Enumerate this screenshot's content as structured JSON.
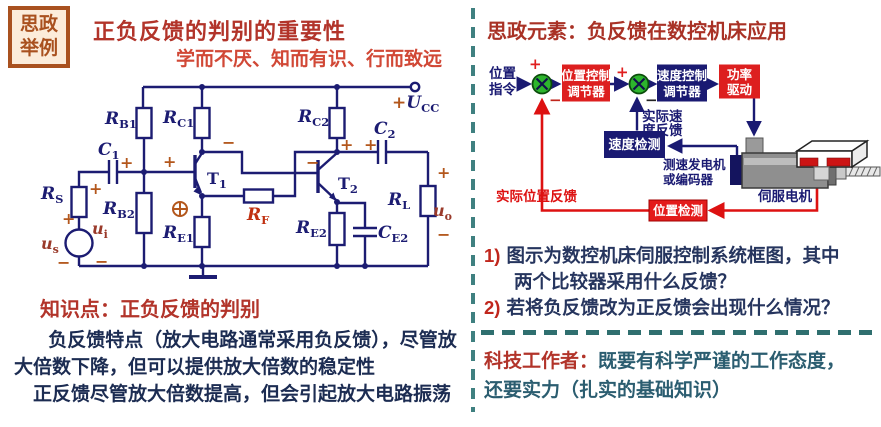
{
  "badge": {
    "line1": "思政",
    "line2": "举例"
  },
  "left": {
    "title": "正负反馈的判别的重要性",
    "subtitle": "学而不厌、知而有识、行而致远",
    "knowledge_heading": "知识点：正负反馈的判别",
    "para1": "负反馈特点（放大电路通常采用负反馈），尽管放",
    "para2": "大倍数下降，但可以提供放大倍数的稳定性",
    "para3": "正反馈尽管放大倍数提高，但会引起放大电路振荡"
  },
  "circuit": {
    "plus": "+",
    "minus": "−",
    "rb1": {
      "m": "R",
      "s": "B1"
    },
    "rc1": {
      "m": "R",
      "s": "C1"
    },
    "rc2": {
      "m": "R",
      "s": "C2"
    },
    "rb2": {
      "m": "R",
      "s": "B2"
    },
    "rs": {
      "m": "R",
      "s": "S"
    },
    "re1": {
      "m": "R",
      "s": "E1"
    },
    "re2": {
      "m": "R",
      "s": "E2"
    },
    "rf": {
      "m": "R",
      "s": "F"
    },
    "rl": {
      "m": "R",
      "s": "L"
    },
    "c1": {
      "m": "C",
      "s": "1"
    },
    "c2": {
      "m": "C",
      "s": "2"
    },
    "ce2": {
      "m": "C",
      "s": "E2"
    },
    "t1": {
      "m": "T",
      "s": "1"
    },
    "t2": {
      "m": "T",
      "s": "2"
    },
    "us": {
      "m": "u",
      "s": "s"
    },
    "ui": {
      "m": "u",
      "s": "i"
    },
    "uo": {
      "m": "u",
      "s": "o"
    },
    "ucc": {
      "plus": "+",
      "m": "U",
      "s": "CC"
    }
  },
  "right": {
    "title": "思政元素：负反馈在数控机床应用",
    "diagram": {
      "plus": "+",
      "minus": "−",
      "input_line1": "位置",
      "input_line2": "指令",
      "box1_line1": "位置控制",
      "box1_line2": "调节器",
      "box2_line1": "速度控制",
      "box2_line2": "调节器",
      "box3_line1": "功率",
      "box3_line2": "驱动",
      "speed_fb_line1": "实际速",
      "speed_fb_line2": "度反馈",
      "box4": "速度检测",
      "tacho_line1": "测速发电机",
      "tacho_line2": "或编码器",
      "motor_label": "伺服电机",
      "pos_fb": "实际位置反馈",
      "box5": "位置检测"
    },
    "q1": {
      "num": "1)",
      "line1": "图示为数控机床伺服控制系统框图，其中",
      "line2": "两个比较器采用什么反馈？"
    },
    "q2": {
      "num": "2)",
      "text": "若将负反馈改为正反馈会出现什么情况？"
    },
    "footer": {
      "label": "科技工作者：",
      "line1": "既要有科学严谨的工作态度，",
      "line2": "还要实力（扎实的基础知识）"
    }
  },
  "colors": {
    "navy_wire": "#1c1c72",
    "block_red": "#dd1f1f",
    "block_navy": "#1a1a72",
    "comparator_green": "#2db52d",
    "feedback_red": "#dd1111",
    "dash_teal": "#2f6f6f",
    "title_red": "#b2342a",
    "badge_brown": "#a9511f",
    "orange_sign": "#b3571c"
  }
}
